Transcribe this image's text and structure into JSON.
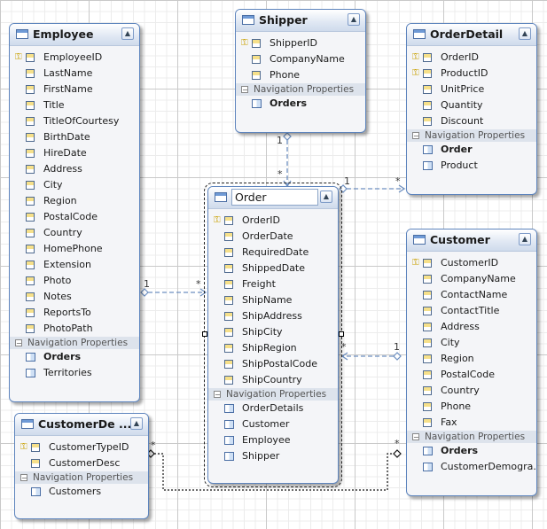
{
  "entities": {
    "employee": {
      "title": "Employee",
      "properties": [
        {
          "name": "EmployeeID",
          "key": true
        },
        {
          "name": "LastName"
        },
        {
          "name": "FirstName"
        },
        {
          "name": "Title"
        },
        {
          "name": "TitleOfCourtesy"
        },
        {
          "name": "BirthDate"
        },
        {
          "name": "HireDate"
        },
        {
          "name": "Address"
        },
        {
          "name": "City"
        },
        {
          "name": "Region"
        },
        {
          "name": "PostalCode"
        },
        {
          "name": "Country"
        },
        {
          "name": "HomePhone"
        },
        {
          "name": "Extension"
        },
        {
          "name": "Photo"
        },
        {
          "name": "Notes"
        },
        {
          "name": "ReportsTo"
        },
        {
          "name": "PhotoPath"
        }
      ],
      "nav_header": "Navigation Properties",
      "navigation": [
        {
          "name": "Orders",
          "bold": true
        },
        {
          "name": "Territories"
        }
      ]
    },
    "shipper": {
      "title": "Shipper",
      "properties": [
        {
          "name": "ShipperID",
          "key": true
        },
        {
          "name": "CompanyName"
        },
        {
          "name": "Phone"
        }
      ],
      "nav_header": "Navigation Properties",
      "navigation": [
        {
          "name": "Orders",
          "bold": true
        }
      ]
    },
    "orderdetail": {
      "title": "OrderDetail",
      "properties": [
        {
          "name": "OrderID",
          "key": true
        },
        {
          "name": "ProductID",
          "key": true
        },
        {
          "name": "UnitPrice"
        },
        {
          "name": "Quantity"
        },
        {
          "name": "Discount"
        }
      ],
      "nav_header": "Navigation Properties",
      "navigation": [
        {
          "name": "Order",
          "bold": true
        },
        {
          "name": "Product"
        }
      ]
    },
    "order": {
      "title": "Order",
      "properties": [
        {
          "name": "OrderID",
          "key": true
        },
        {
          "name": "OrderDate"
        },
        {
          "name": "RequiredDate"
        },
        {
          "name": "ShippedDate"
        },
        {
          "name": "Freight"
        },
        {
          "name": "ShipName"
        },
        {
          "name": "ShipAddress"
        },
        {
          "name": "ShipCity"
        },
        {
          "name": "ShipRegion"
        },
        {
          "name": "ShipPostalCode"
        },
        {
          "name": "ShipCountry"
        }
      ],
      "nav_header": "Navigation Properties",
      "navigation": [
        {
          "name": "OrderDetails"
        },
        {
          "name": "Customer"
        },
        {
          "name": "Employee"
        },
        {
          "name": "Shipper"
        }
      ]
    },
    "customer": {
      "title": "Customer",
      "properties": [
        {
          "name": "CustomerID",
          "key": true
        },
        {
          "name": "CompanyName"
        },
        {
          "name": "ContactName"
        },
        {
          "name": "ContactTitle"
        },
        {
          "name": "Address"
        },
        {
          "name": "City"
        },
        {
          "name": "Region"
        },
        {
          "name": "PostalCode"
        },
        {
          "name": "Country"
        },
        {
          "name": "Phone"
        },
        {
          "name": "Fax"
        }
      ],
      "nav_header": "Navigation Properties",
      "navigation": [
        {
          "name": "Orders",
          "bold": true
        },
        {
          "name": "CustomerDemogra..."
        }
      ]
    },
    "customerdemo": {
      "title": "CustomerDe ...",
      "properties": [
        {
          "name": "CustomerTypeID",
          "key": true
        },
        {
          "name": "CustomerDesc"
        }
      ],
      "nav_header": "Navigation Properties",
      "navigation": [
        {
          "name": "Customers"
        }
      ]
    }
  },
  "associations": {
    "employee_order": {
      "from": "1",
      "to": "*"
    },
    "shipper_order": {
      "from": "1",
      "to": "*"
    },
    "order_orderdetail": {
      "from": "1",
      "to": "*"
    },
    "customer_order": {
      "from": "1",
      "to": "*"
    },
    "customer_customerdemo": {
      "from": "*",
      "to": "*"
    }
  },
  "colors": {
    "connector": "#6d8fc0",
    "header_border": "#5d84bd",
    "key_icon": "#c8a000"
  }
}
